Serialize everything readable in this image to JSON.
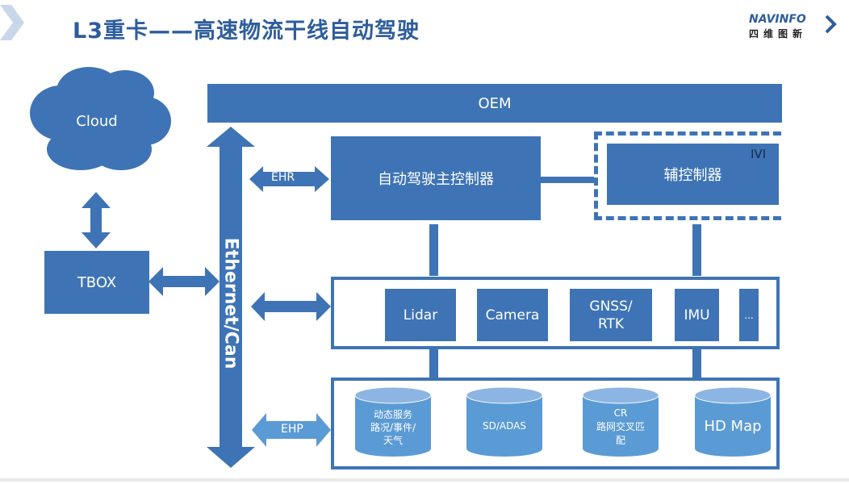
{
  "header": {
    "title": "L3重卡——高速物流干线自动驾驶",
    "logo_text": "NAVINFO",
    "logo_cn": "四维图新"
  },
  "diagram": {
    "cloud": "Cloud",
    "tbox": "TBOX",
    "oem": "OEM",
    "bus": "Ethernet/Can",
    "ehr": "EHR",
    "ehp": "EHP",
    "main_controller": "自动驾驶主控制器",
    "aux_controller": "辅控制器",
    "ivi": "IVI",
    "sensors": [
      "Lidar",
      "Camera",
      "GNSS/\nRTK",
      "IMU",
      "..."
    ],
    "maps": [
      "动态服务\n路况/事件/\n天气",
      "SD/ADAS",
      "CR\n路网交叉匹\n配",
      "HD Map"
    ]
  },
  "colors": {
    "primary": "#3e74b5",
    "light_arrow": "#5b9bd5",
    "title": "#2e5d9c"
  }
}
